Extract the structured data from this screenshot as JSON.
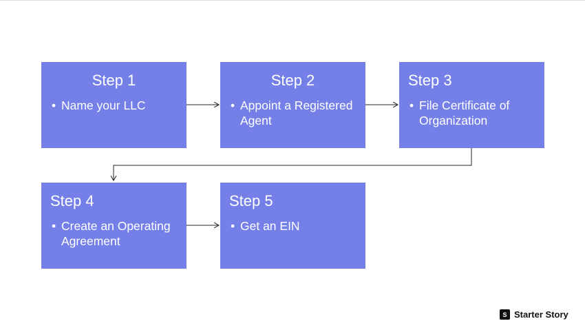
{
  "steps": [
    {
      "title": "Step 1",
      "items": [
        "Name your LLC"
      ]
    },
    {
      "title": "Step 2",
      "items": [
        "Appoint a Registered Agent"
      ]
    },
    {
      "title": "Step 3",
      "items": [
        "File Certificate of Organization"
      ]
    },
    {
      "title": "Step 4",
      "items": [
        "Create an Operating Agreement"
      ]
    },
    {
      "title": "Step 5",
      "items": [
        "Get an EIN"
      ]
    }
  ],
  "bullet_char": "•",
  "brand": {
    "logo_letter": "S",
    "name": "Starter Story"
  },
  "colors": {
    "box_fill": "#7480e8",
    "box_text": "#ffffff",
    "connector": "#222222"
  }
}
